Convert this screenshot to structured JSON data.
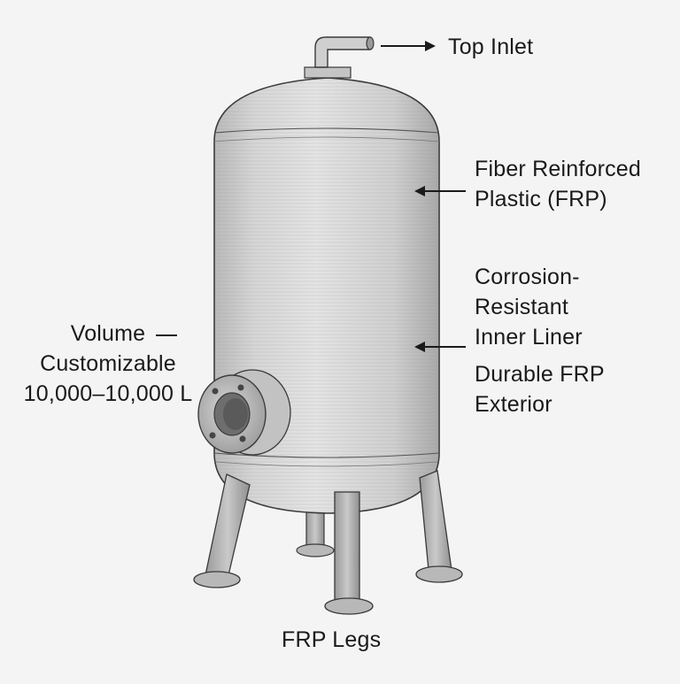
{
  "diagram": {
    "callouts": {
      "top_inlet": "Top Inlet",
      "frp": [
        "Fiber Reinforced",
        "Plastic (FRP)"
      ],
      "liner": [
        "Corrosion-",
        "Resistant",
        "Inner Liner"
      ],
      "exterior": [
        "Durable FRP",
        "Exterior"
      ],
      "volume": [
        "Volume",
        "Customizable",
        "10,000–10,000 L"
      ],
      "legs": "FRP Legs"
    },
    "colors": {
      "background": "#f4f4f4",
      "tank_body": "#d9d9d9",
      "tank_shadow": "#a8a8a8",
      "outline": "#3a3a3a",
      "text": "#1a1a1a"
    }
  }
}
